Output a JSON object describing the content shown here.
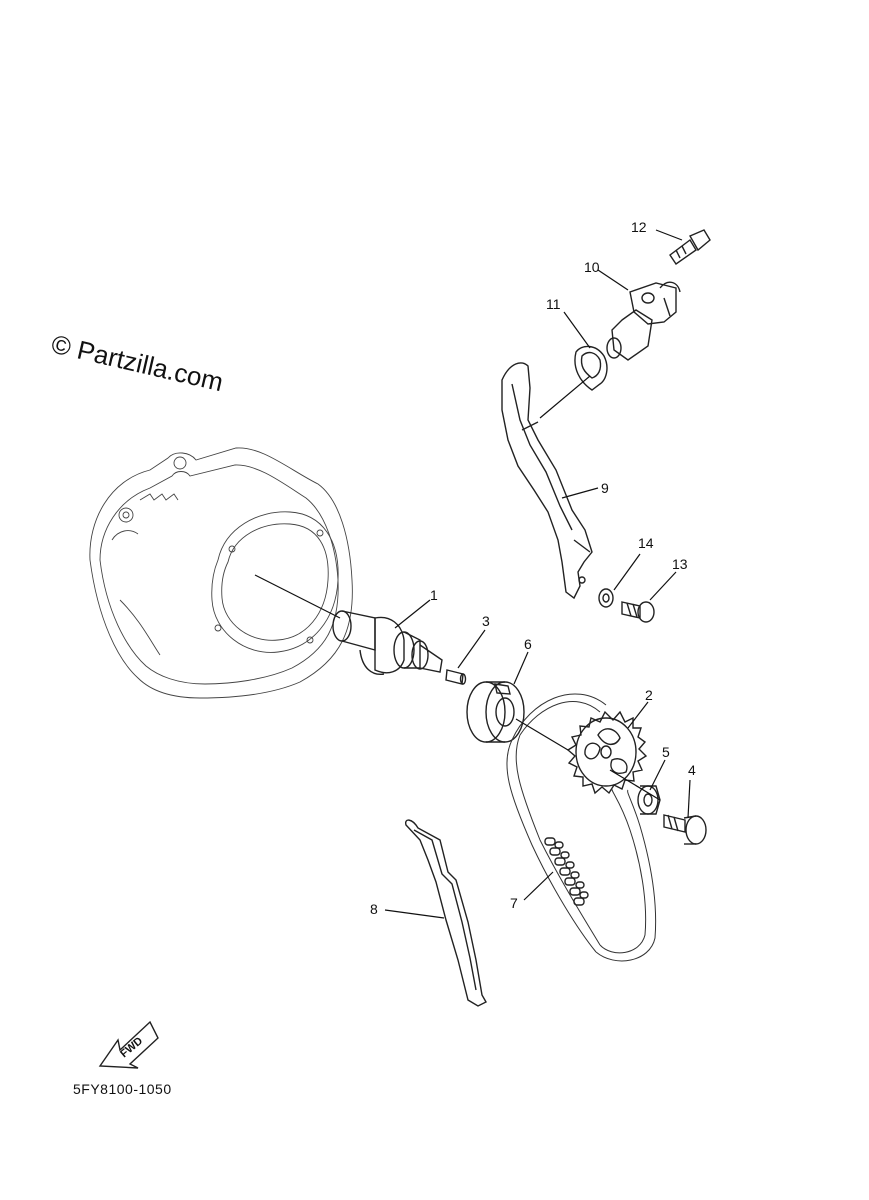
{
  "watermark": "© Partzilla.com",
  "diagram_code": "5FY8100-1050",
  "fwd_label": "FWD",
  "callouts": {
    "c1": "1",
    "c2": "2",
    "c3": "3",
    "c4": "4",
    "c5": "5",
    "c6": "6",
    "c7": "7",
    "c8": "8",
    "c9": "9",
    "c10": "10",
    "c11": "11",
    "c12": "12",
    "c13": "13",
    "c14": "14"
  }
}
